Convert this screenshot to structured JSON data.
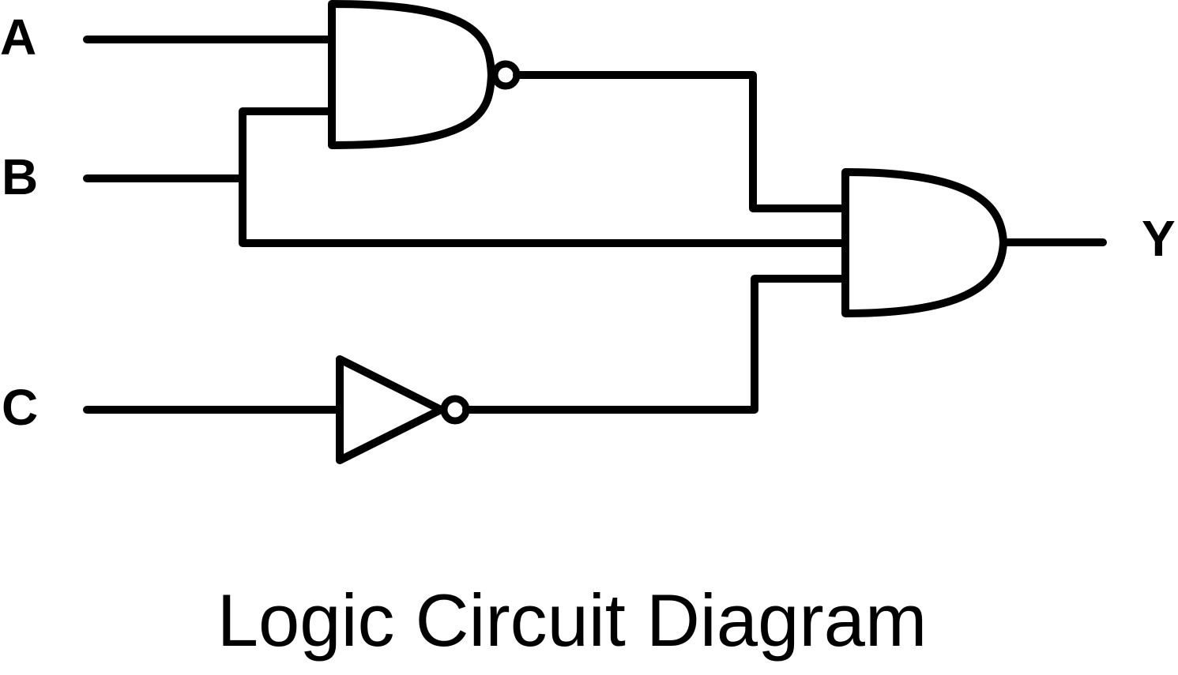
{
  "inputs": {
    "a": "A",
    "b": "B",
    "c": "C"
  },
  "output": {
    "y": "Y"
  },
  "title": "Logic Circuit Diagram",
  "gates": [
    "NAND",
    "NOT",
    "AND"
  ],
  "colors": {
    "stroke": "#000000",
    "background": "#ffffff"
  }
}
